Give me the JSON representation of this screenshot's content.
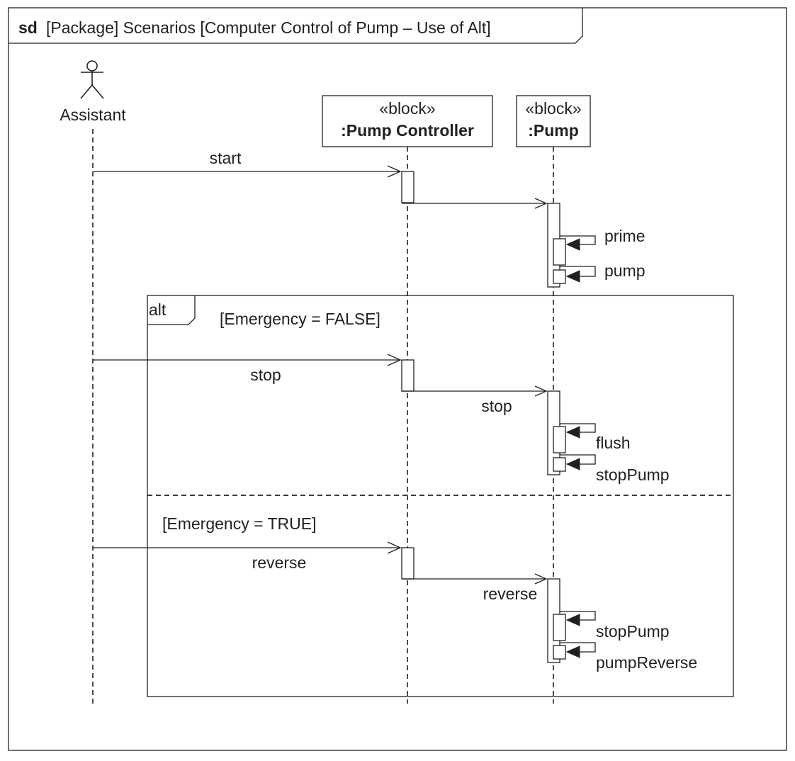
{
  "frame": {
    "keyword": "sd",
    "title": "[Package] Scenarios [Computer Control of Pump – Use of Alt]"
  },
  "actors": [
    {
      "name": "Assistant"
    }
  ],
  "lifelines": [
    {
      "stereotype": "«block»",
      "name": ":Pump Controller"
    },
    {
      "stereotype": "«block»",
      "name": ":Pump"
    }
  ],
  "messages": {
    "start": "start",
    "prime": "prime",
    "pump": "pump",
    "stop_in": "stop",
    "stop_out": "stop",
    "flush": "flush",
    "stop_pump_1": "stopPump",
    "reverse_in": "reverse",
    "reverse_out": "reverse",
    "stop_pump_2": "stopPump",
    "pump_reverse": "pumpReverse"
  },
  "fragment": {
    "operator": "alt",
    "guards": [
      "[Emergency = FALSE]",
      "[Emergency = TRUE]"
    ]
  },
  "colors": {
    "ink": "#231f20",
    "background": "#ffffff"
  }
}
